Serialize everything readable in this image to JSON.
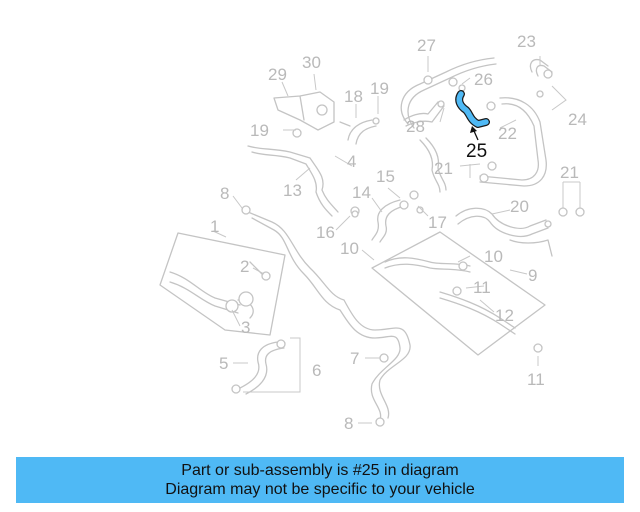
{
  "colors": {
    "highlight_part": "#4fb9f5",
    "banner_background": "#4fb9f5",
    "part_outline": "#c4c4c4",
    "label_gray": "#b9b9b9"
  },
  "diagram": {
    "highlighted_part": "25",
    "callouts": [
      {
        "id": "c1",
        "text": "1"
      },
      {
        "id": "c2",
        "text": "2"
      },
      {
        "id": "c3",
        "text": "3"
      },
      {
        "id": "c4",
        "text": "4"
      },
      {
        "id": "c5",
        "text": "5"
      },
      {
        "id": "c6",
        "text": "6"
      },
      {
        "id": "c7",
        "text": "7"
      },
      {
        "id": "c8a",
        "text": "8"
      },
      {
        "id": "c8b",
        "text": "8"
      },
      {
        "id": "c9",
        "text": "9"
      },
      {
        "id": "c10a",
        "text": "10"
      },
      {
        "id": "c10b",
        "text": "10"
      },
      {
        "id": "c11a",
        "text": "11"
      },
      {
        "id": "c11b",
        "text": "11"
      },
      {
        "id": "c12",
        "text": "12"
      },
      {
        "id": "c13",
        "text": "13"
      },
      {
        "id": "c14",
        "text": "14"
      },
      {
        "id": "c15",
        "text": "15"
      },
      {
        "id": "c16",
        "text": "16"
      },
      {
        "id": "c17",
        "text": "17"
      },
      {
        "id": "c18",
        "text": "18"
      },
      {
        "id": "c19a",
        "text": "19"
      },
      {
        "id": "c19b",
        "text": "19"
      },
      {
        "id": "c20",
        "text": "20"
      },
      {
        "id": "c21a",
        "text": "21"
      },
      {
        "id": "c21b",
        "text": "21"
      },
      {
        "id": "c22",
        "text": "22"
      },
      {
        "id": "c23",
        "text": "23"
      },
      {
        "id": "c24",
        "text": "24"
      },
      {
        "id": "c25",
        "text": "25"
      },
      {
        "id": "c26",
        "text": "26"
      },
      {
        "id": "c27",
        "text": "27"
      },
      {
        "id": "c28",
        "text": "28"
      },
      {
        "id": "c29",
        "text": "29"
      },
      {
        "id": "c30",
        "text": "30"
      }
    ]
  },
  "banner": {
    "line1": "Part or sub-assembly is #25 in diagram",
    "line2": "Diagram may not be specific to your vehicle"
  }
}
